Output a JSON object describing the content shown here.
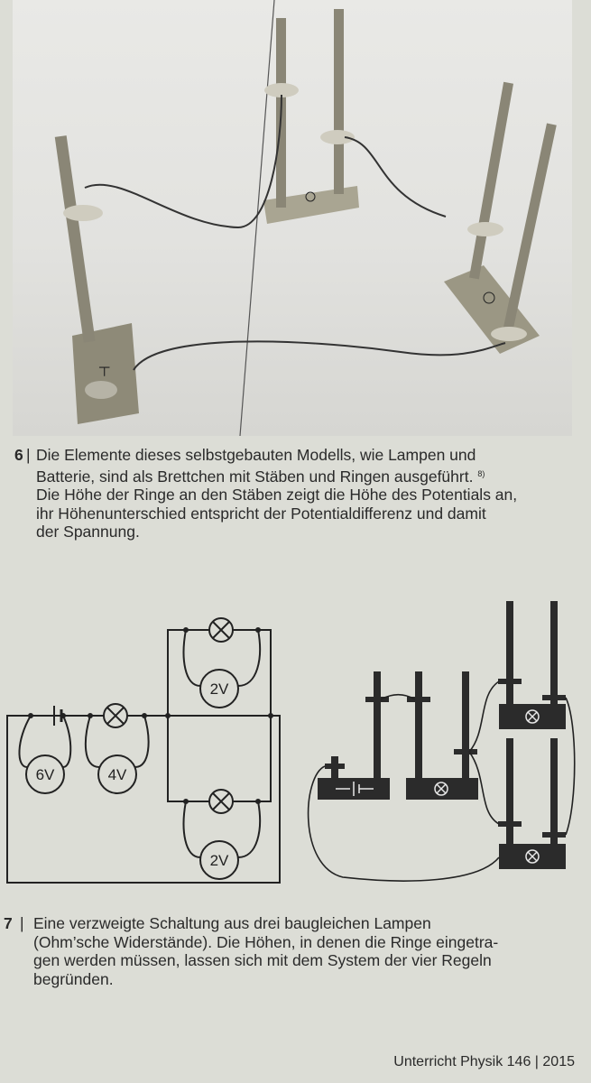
{
  "figure6": {
    "number": "6",
    "separator": "|",
    "lines": [
      "Die Elemente dieses selbstgebauten Modells, wie Lampen und",
      "Batterie, sind als Brettchen mit Stäben und Ringen ausgeführt.",
      "Die Höhe der Ringe an den Stäben zeigt die Höhe des Potentials an,",
      "ihr Höhenunterschied entspricht der Potentialdifferenz und damit",
      "der Spannung."
    ],
    "footnote": "8)"
  },
  "figure7": {
    "number": "7",
    "separator": "|",
    "lines": [
      "Eine verzweigte Schaltung aus drei baugleichen Lampen",
      "(Ohm’sche Widerstände). Die Höhen, in denen die Ringe eingetra-",
      "gen werden müssen, lassen sich mit dem System der vier Regeln",
      "begründen."
    ]
  },
  "circuit": {
    "voltmeters": [
      "6V",
      "4V",
      "2V",
      "2V"
    ]
  },
  "footer": {
    "journal": "Unterricht Physik 146",
    "separator": "|",
    "year": "2015"
  }
}
